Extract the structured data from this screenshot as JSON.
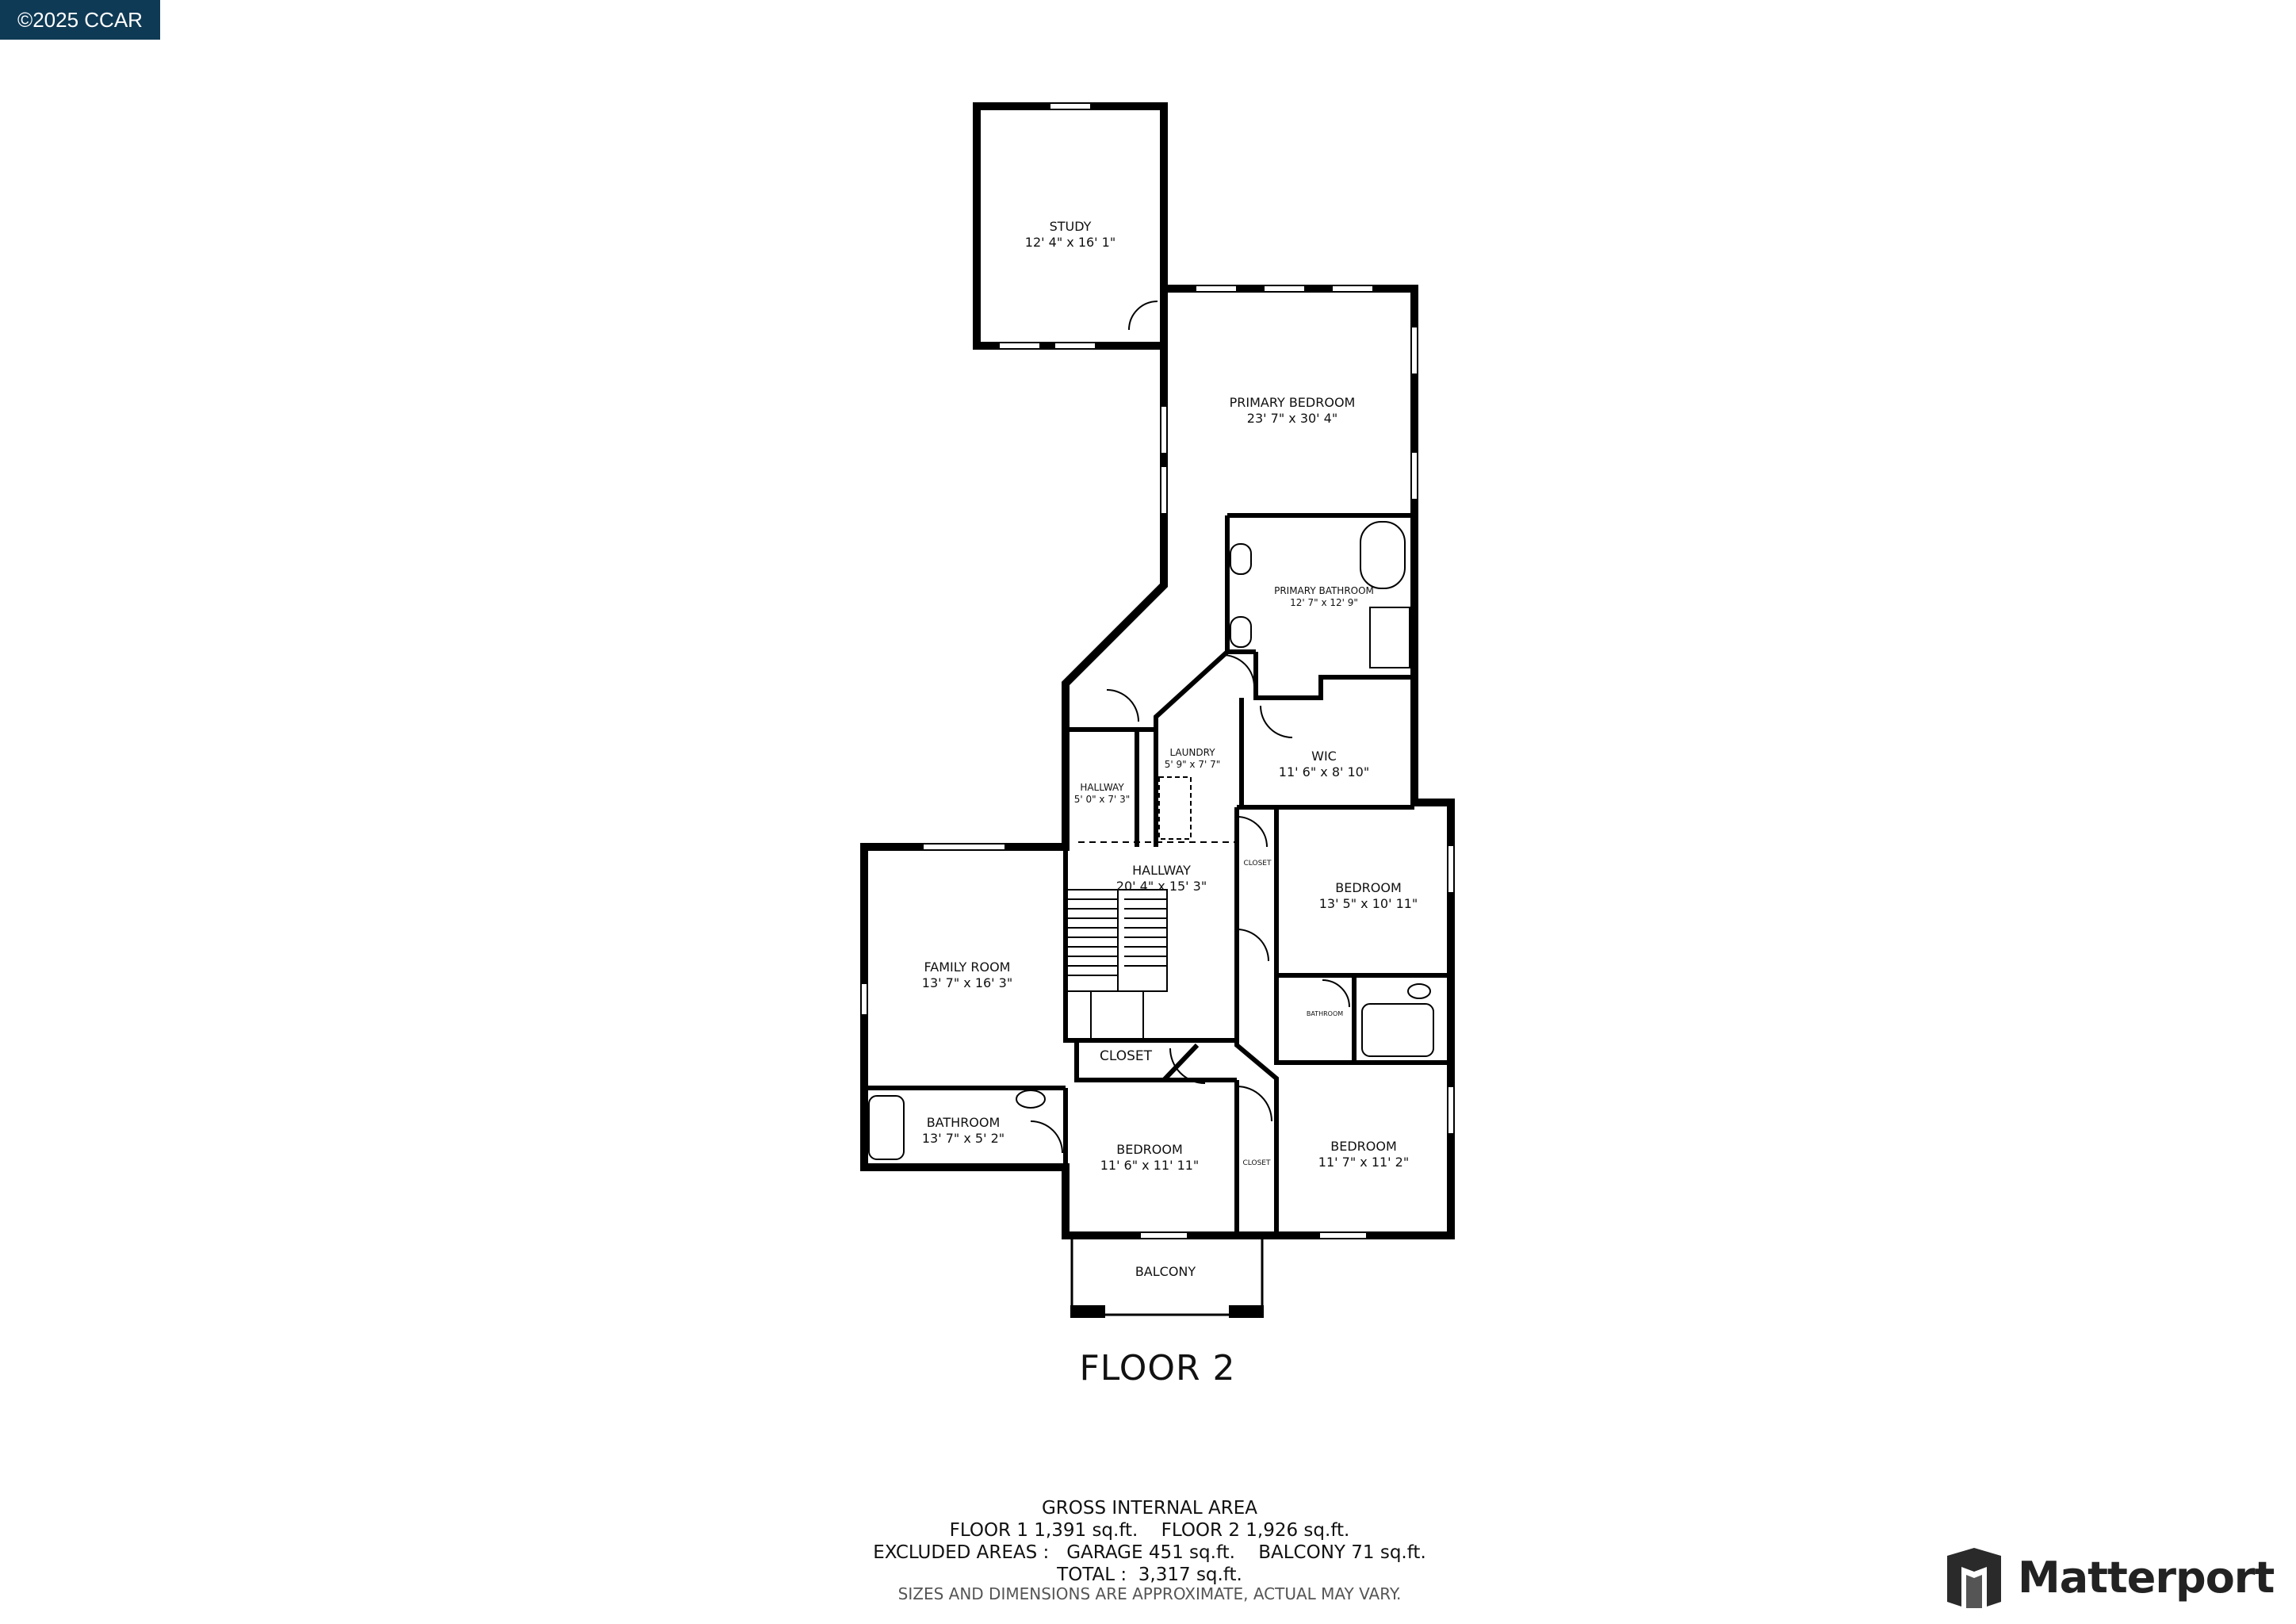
{
  "copyright": "©2025 CCAR",
  "floor_title": "FLOOR 2",
  "rooms": {
    "study": {
      "name": "STUDY",
      "dims": "12' 4\" x 16' 1\""
    },
    "primary_bedroom": {
      "name": "PRIMARY BEDROOM",
      "dims": "23' 7\" x 30' 4\""
    },
    "primary_bathroom": {
      "name": "PRIMARY BATHROOM",
      "dims": "12' 7\" x 12' 9\""
    },
    "wic": {
      "name": "WIC",
      "dims": "11' 6\" x 8' 10\""
    },
    "laundry": {
      "name": "LAUNDRY",
      "dims": "5' 9\" x 7' 7\""
    },
    "hallway_small": {
      "name": "HALLWAY",
      "dims": "5' 0\" x 7' 3\""
    },
    "hallway_main": {
      "name": "HALLWAY",
      "dims": "20' 4\" x 15' 3\""
    },
    "family_room": {
      "name": "FAMILY ROOM",
      "dims": "13' 7\" x 16' 3\""
    },
    "bedroom_right_top": {
      "name": "BEDROOM",
      "dims": "13' 5\" x 10' 11\""
    },
    "closet_small_1": {
      "name": "CLOSET"
    },
    "bathroom_small": {
      "name": "BATHROOM"
    },
    "closet_main": {
      "name": "CLOSET"
    },
    "bathroom_left": {
      "name": "BATHROOM",
      "dims": "13' 7\" x 5' 2\""
    },
    "bedroom_center": {
      "name": "BEDROOM",
      "dims": "11' 6\" x 11' 11\""
    },
    "closet_small_2": {
      "name": "CLOSET"
    },
    "bedroom_right_bottom": {
      "name": "BEDROOM",
      "dims": "11' 7\" x 11' 2\""
    },
    "balcony": {
      "name": "BALCONY"
    }
  },
  "area_summary": {
    "heading": "GROSS INTERNAL AREA",
    "line1": "FLOOR 1 1,391 sq.ft.    FLOOR 2 1,926 sq.ft.",
    "line2": "EXCLUDED AREAS :   GARAGE 451 sq.ft.    BALCONY 71 sq.ft.",
    "line3": "TOTAL :  3,317 sq.ft.",
    "disclaimer": "SIZES AND DIMENSIONS ARE APPROXIMATE, ACTUAL MAY VARY."
  },
  "brand": {
    "name": "Matterport",
    "logo_icon": "matterport-logo-icon"
  }
}
